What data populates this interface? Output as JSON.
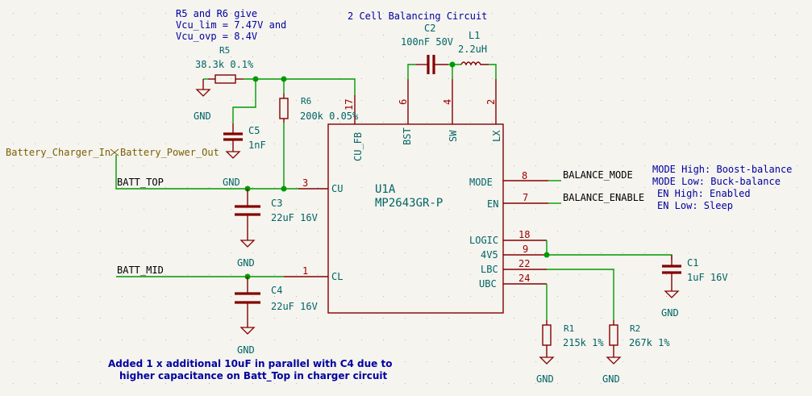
{
  "sheet": {
    "title_note": "2 Cell Balancing Circuit"
  },
  "colors": {
    "wire": "#009a00",
    "component": "#840000",
    "text_field": "#006464",
    "note": "#0000a0",
    "pin_number": "#a00000",
    "background": "#f5f4ef"
  },
  "notes": {
    "r5r6_line1": "R5 and R6 give",
    "r5r6_line2": "Vcu_lim = 7.47V and",
    "r5r6_line3": "Vcu_ovp = 8.4V",
    "mode_line1": "MODE High: Boost-balance",
    "mode_line2": "MODE Low: Buck-balance",
    "en_line1": "EN High: Enabled",
    "en_line2": "EN Low: Sleep",
    "bottom_line1": "Added 1 x additional 10uF in parallel with C4 due to",
    "bottom_line2": "higher capacitance on Batt_Top in charger circuit"
  },
  "hier_labels": {
    "left": "Battery_Charger_In",
    "right": "Battery_Power_Out"
  },
  "nets": {
    "batt_top": "BATT_TOP",
    "batt_mid": "BATT_MID",
    "balance_mode": "BALANCE_MODE",
    "balance_enable": "BALANCE_ENABLE"
  },
  "ic": {
    "ref": "U1A",
    "value": "MP2643GR-P",
    "pins": [
      {
        "name": "CU",
        "number": "3"
      },
      {
        "name": "CL",
        "number": "1"
      },
      {
        "name": "CU_FB",
        "number": "17"
      },
      {
        "name": "BST",
        "number": "6"
      },
      {
        "name": "SW",
        "number": "4"
      },
      {
        "name": "LX",
        "number": "2"
      },
      {
        "name": "MODE",
        "number": "8"
      },
      {
        "name": "EN",
        "number": "7"
      },
      {
        "name": "LOGIC",
        "number": "18"
      },
      {
        "name": "4V5",
        "number": "9"
      },
      {
        "name": "LBC",
        "number": "22"
      },
      {
        "name": "UBC",
        "number": "24"
      }
    ]
  },
  "components": {
    "R5": {
      "ref": "R5",
      "value": "38.3k 0.1%"
    },
    "R6": {
      "ref": "R6",
      "value": "200k 0.05%"
    },
    "C5": {
      "ref": "C5",
      "value": "1nF"
    },
    "C3": {
      "ref": "C3",
      "value": "22uF 16V"
    },
    "C4": {
      "ref": "C4",
      "value": "22uF 16V"
    },
    "C2": {
      "ref": "C2",
      "value": "100nF 50V"
    },
    "L1": {
      "ref": "L1",
      "value": "2.2uH"
    },
    "C1": {
      "ref": "C1",
      "value": "1uF 16V"
    },
    "R1": {
      "ref": "R1",
      "value": "215k 1%"
    },
    "R2": {
      "ref": "R2",
      "value": "267k 1%"
    }
  },
  "power": {
    "gnd": "GND"
  }
}
